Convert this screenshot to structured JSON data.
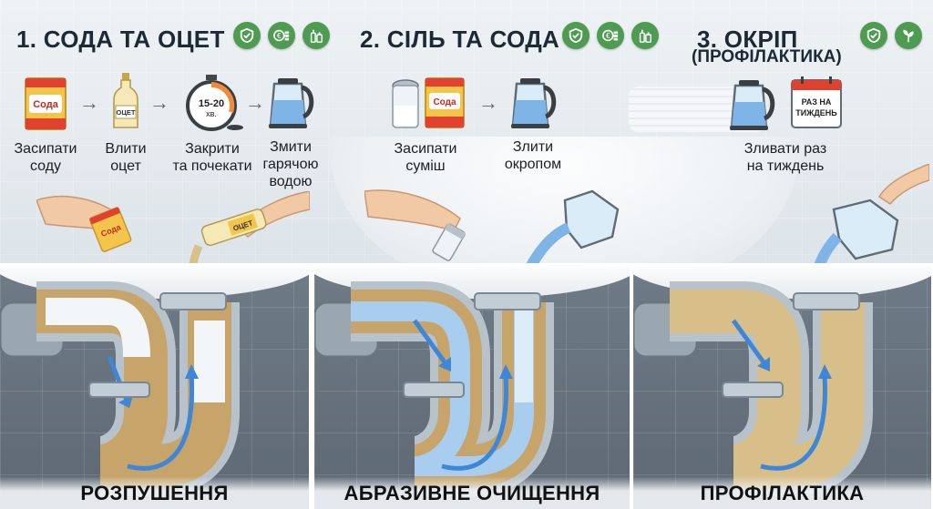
{
  "sections": [
    {
      "title": "1. СОДА ТА ОЦЕТ",
      "icons": [
        "shield-check-icon",
        "euro-coins-icon",
        "bottles-icon"
      ],
      "steps": [
        {
          "label": "Засипати\nсоду",
          "icon": "soda-box-icon",
          "pack_text": "Сода"
        },
        {
          "label": "Влити\nоцет",
          "icon": "vinegar-bottle-icon",
          "pack_text": "ОЦЕТ"
        },
        {
          "label": "Закрити\nта почекати",
          "icon": "timer-icon",
          "timer_text": "15-20",
          "timer_unit": "хв."
        },
        {
          "label": "Змити\nгарячою\nводою",
          "icon": "kettle-icon"
        }
      ],
      "hand_items": {
        "box_text": "Сода",
        "bottle_text": "ОЦЕТ"
      },
      "bottom_label": "РОЗПУШЕННЯ"
    },
    {
      "title": "2. СІЛЬ ТА СОДА",
      "icons": [
        "shield-check-icon",
        "euro-coins-icon",
        "bottles-icon"
      ],
      "steps": [
        {
          "label": "Засипати\nсуміш",
          "icon": "salt-and-soda-icon",
          "pack_text": "Сода"
        },
        {
          "label": "Злити\nокропом",
          "icon": "kettle-icon"
        }
      ],
      "bottom_label": "АБРАЗИВНЕ ОЧИЩЕННЯ"
    },
    {
      "title": "3. ОКРІП",
      "subtitle": "(ПРОФІЛАКТИКА)",
      "icons": [
        "shield-check-icon",
        "leaves-icon"
      ],
      "steps": [
        {
          "label": "Зливати раз\nна тиждень",
          "icon": "kettle-and-calendar-icon",
          "calendar_text": "РАЗ НА\nТИЖДЕНЬ"
        }
      ],
      "bottom_label": "ПРОФІЛАКТИКА"
    }
  ],
  "colors": {
    "badge_green": "#4e9b52",
    "timer_orange": "#f08a3c",
    "water_blue": "#4f8fd6",
    "buildup_brown": "#c6a46a",
    "pipe_gray": "#9aa6b0"
  }
}
